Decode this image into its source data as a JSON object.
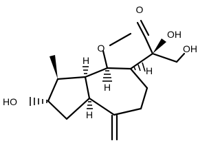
{
  "atoms": {
    "ring_oxygen": "O",
    "carbonyl_oxygen": "O",
    "oh_c3": "OH",
    "oh_ch2": "OH",
    "oh_left": "HO",
    "h_c3a": "H",
    "h_c9b": "H",
    "h_c9a": "H",
    "h_c6a": "H"
  }
}
